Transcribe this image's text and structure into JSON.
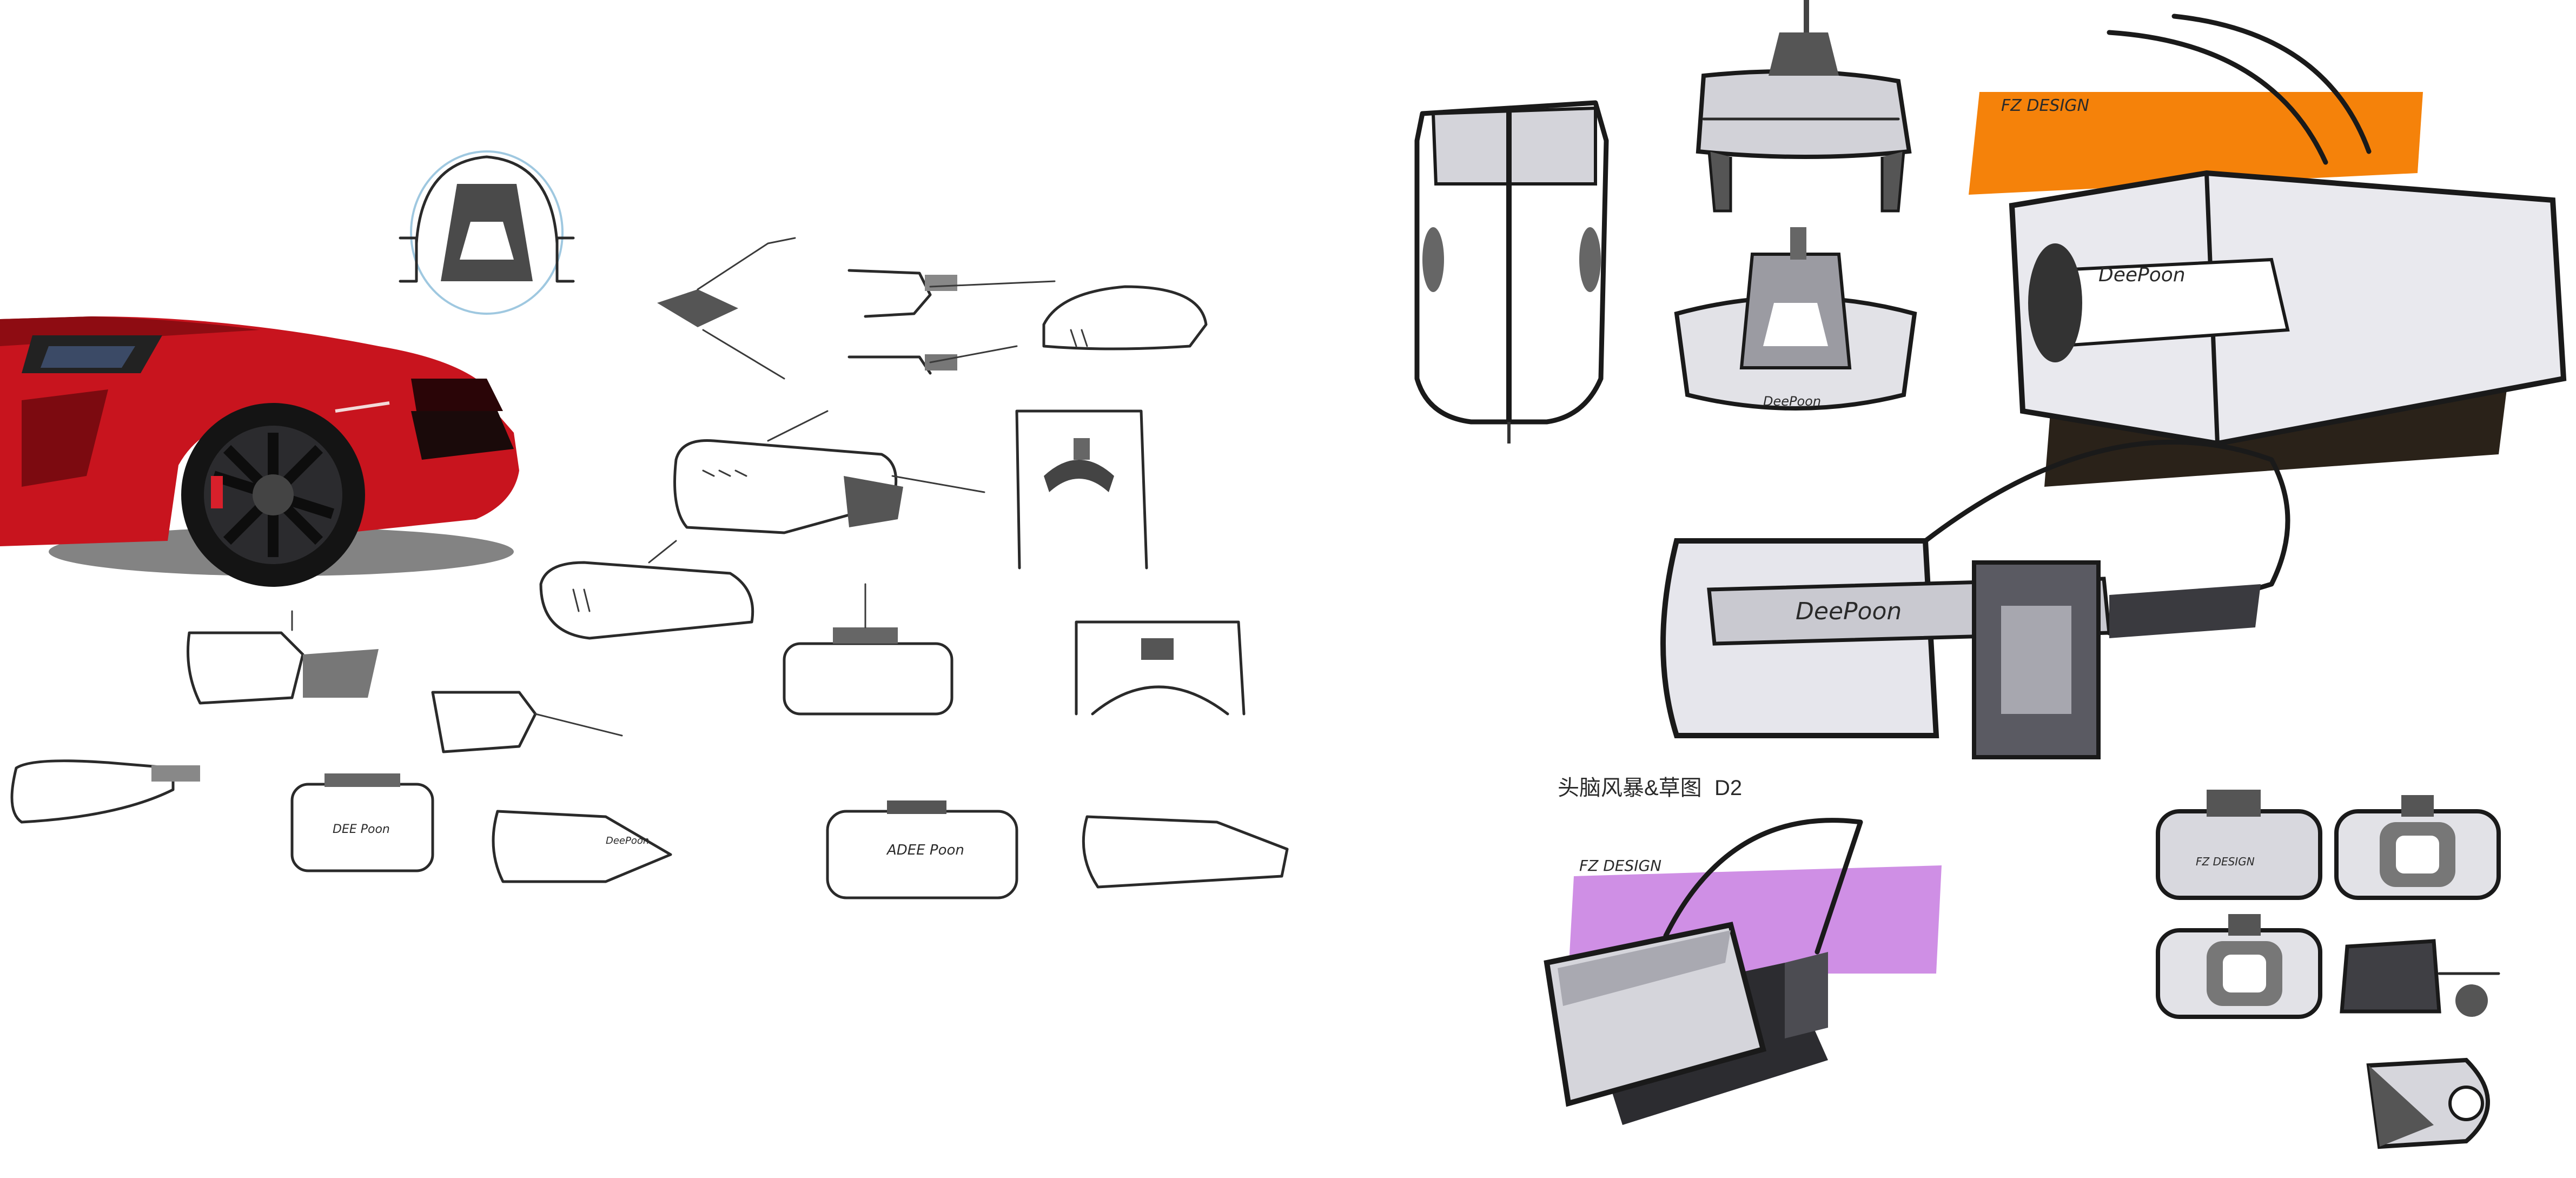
{
  "colors": {
    "car_red": "#c8141e",
    "marker_orange": "#f5820a",
    "marker_purple": "#c77be0",
    "marker_grey": "#b9b9bf",
    "ink": "#2a2a2a",
    "background": "#ffffff"
  },
  "brand_marks": {
    "brand_small": "DeePoon",
    "brand_left_sketch_a": "DEE Poon",
    "brand_left_sketch_b": "ADEE Poon",
    "studio_mark": "FZ DESIGN"
  },
  "caption": {
    "text": "头脑风暴&草图",
    "suffix": "D2"
  },
  "icons": {
    "car": "sports-car-photo",
    "headset": "vr-headset-sketch",
    "head": "head-wearing-strap-sketch"
  }
}
